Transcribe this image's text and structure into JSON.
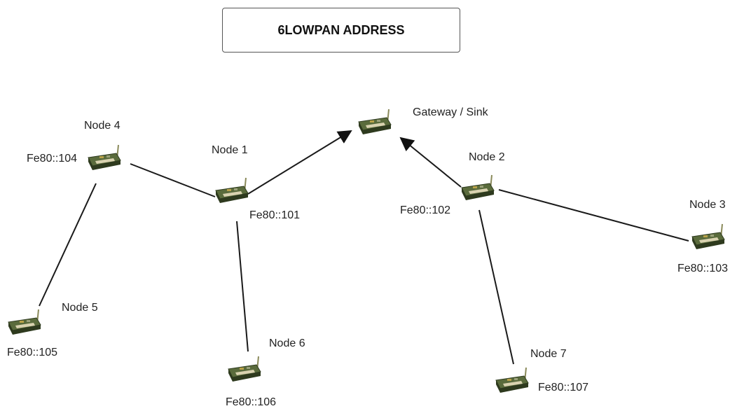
{
  "title": "6LOWPAN ADDRESS",
  "gateway": {
    "label": "Gateway / Sink"
  },
  "nodes": [
    {
      "name": "Node 1",
      "address": "Fe80::101"
    },
    {
      "name": "Node 2",
      "address": "Fe80::102"
    },
    {
      "name": "Node 3",
      "address": "Fe80::103"
    },
    {
      "name": "Node 4",
      "address": "Fe80::104"
    },
    {
      "name": "Node 5",
      "address": "Fe80::105"
    },
    {
      "name": "Node 6",
      "address": "Fe80::106"
    },
    {
      "name": "Node 7",
      "address": "Fe80::107"
    }
  ],
  "colors": {
    "board": "#5a6b3c",
    "board_dark": "#2e3a1e",
    "connector": "#d9d2b0",
    "antenna": "#8a8a5a",
    "link": "#1a1a1a"
  }
}
